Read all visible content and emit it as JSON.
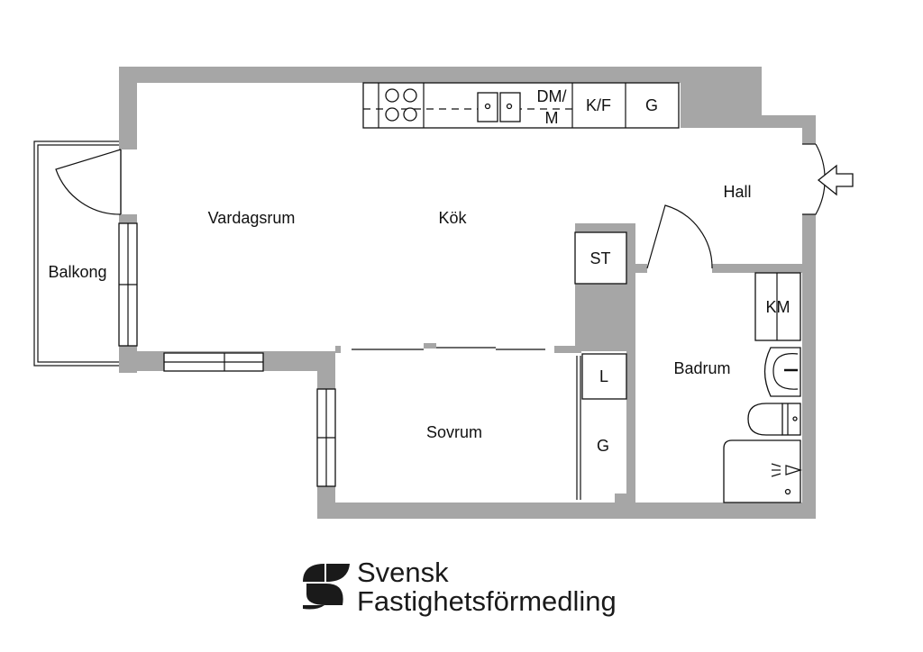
{
  "rooms": {
    "living": "Vardagsrum",
    "kitchen": "Kök",
    "hall": "Hall",
    "balcony": "Balkong",
    "bedroom": "Sovrum",
    "bathroom": "Badrum"
  },
  "fixtures": {
    "dishwasher_line1": "DM/",
    "dishwasher_line2": "M",
    "fridge_freezer": "K/F",
    "kitchen_wardrobe": "G",
    "storage": "ST",
    "linen": "L",
    "bedroom_wardrobe": "G",
    "washing_machine": "KM"
  },
  "logo": {
    "line1": "Svensk",
    "line2": "Fastighetsförmedling"
  },
  "colors": {
    "wall": "#a6a6a6",
    "line": "#111111"
  }
}
